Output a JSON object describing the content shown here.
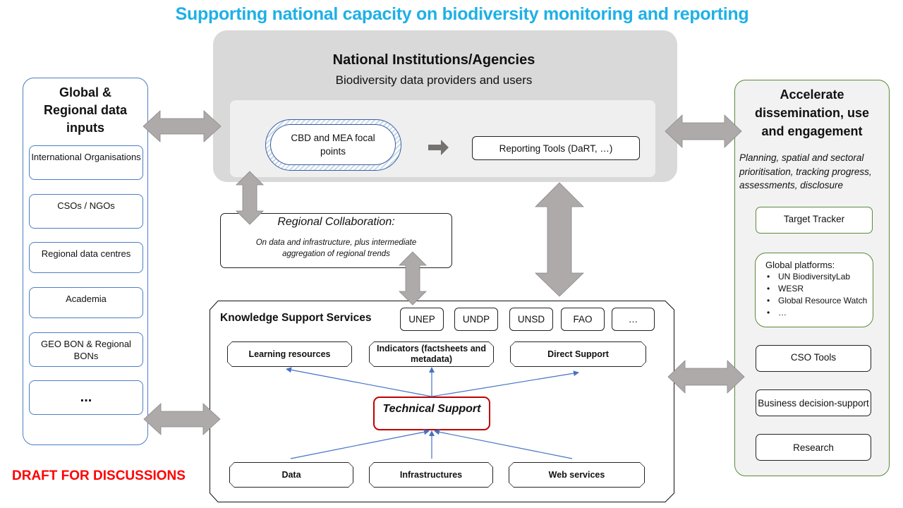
{
  "title": "Supporting national capacity on biodiversity monitoring and reporting",
  "left_panel": {
    "title": "Global & Regional data inputs",
    "items": [
      "International Organisations",
      "CSOs / NGOs",
      "Regional data centres",
      "Academia",
      "GEO BON & Regional BONs",
      "..."
    ]
  },
  "national": {
    "title": "National Institutions/Agencies",
    "subtitle": "Biodiversity data providers and users",
    "focal_points": "CBD and MEA focal points",
    "reporting_tools": "Reporting Tools (DaRT, …)"
  },
  "regional": {
    "title": "Regional Collaboration:",
    "description": "On data and infrastructure, plus intermediate aggregation of regional trends"
  },
  "knowledge": {
    "title": "Knowledge Support Services",
    "agencies": [
      "UNEP",
      "UNDP",
      "UNSD",
      "FAO",
      "…"
    ],
    "outputs": [
      "Learning resources",
      "Indicators (factsheets and metadata)",
      "Direct Support"
    ],
    "technical_support": "Technical Support",
    "inputs": [
      "Data",
      "Infrastructures",
      "Web services"
    ]
  },
  "right_panel": {
    "title": "Accelerate dissemination, use and engagement",
    "description": "Planning, spatial and sectoral prioritisation, tracking progress, assessments, disclosure",
    "target_tracker": "Target Tracker",
    "global_platforms": {
      "title": "Global platforms:",
      "items": [
        "UN BiodiversityLab",
        "WESR",
        "Global Resource Watch",
        "…"
      ]
    },
    "items": [
      "CSO Tools",
      "Business decision-support",
      "Research"
    ]
  },
  "draft_label": "DRAFT FOR DISCUSSIONS",
  "colors": {
    "title": "#1fb0e6",
    "left_border": "#4a7ec4",
    "right_border": "#5a8a3a",
    "tech_border": "#c00000",
    "draft": "#ff0000",
    "arrow_fill": "#aeaaaa",
    "flow_line": "#4472c4"
  }
}
